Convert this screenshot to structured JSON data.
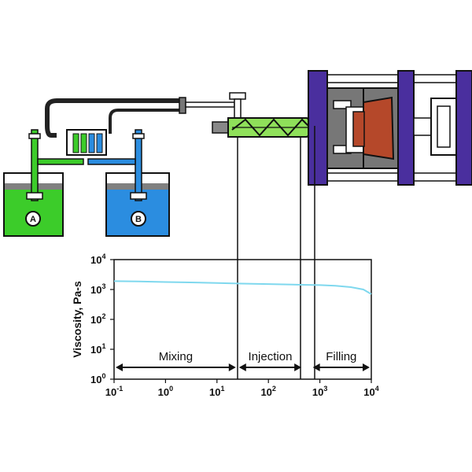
{
  "colors": {
    "component_a": "#3ccc2a",
    "component_b": "#2b8de0",
    "curve": "#7fd8ee",
    "clamp_plate": "#4a2f9e",
    "mold_core": "#b5482a",
    "frame_grey": "#888888"
  },
  "tanks": {
    "a_label": "A",
    "b_label": "B"
  },
  "chart_data": {
    "type": "line",
    "title": "",
    "xlabel": "",
    "ylabel": "Viscosity, Pa-s",
    "x_scale": "log",
    "y_scale": "log",
    "xlim": [
      0.1,
      10000
    ],
    "ylim": [
      1,
      10000
    ],
    "x_ticks": [
      {
        "value": 0.1,
        "base": "10",
        "exp": "-1"
      },
      {
        "value": 1,
        "base": "10",
        "exp": "0"
      },
      {
        "value": 10,
        "base": "10",
        "exp": "1"
      },
      {
        "value": 100,
        "base": "10",
        "exp": "2"
      },
      {
        "value": 1000,
        "base": "10",
        "exp": "3"
      },
      {
        "value": 10000,
        "base": "10",
        "exp": "4"
      }
    ],
    "y_ticks": [
      {
        "value": 1,
        "base": "10",
        "exp": "0"
      },
      {
        "value": 10,
        "base": "10",
        "exp": "1"
      },
      {
        "value": 100,
        "base": "10",
        "exp": "2"
      },
      {
        "value": 1000,
        "base": "10",
        "exp": "3"
      },
      {
        "value": 10000,
        "base": "10",
        "exp": "4"
      }
    ],
    "series": [
      {
        "x": [
          0.1,
          0.3,
          1,
          3,
          10,
          30,
          100,
          300,
          1000,
          2000,
          4000,
          7000,
          10000
        ],
        "y": [
          1900,
          1850,
          1780,
          1720,
          1650,
          1580,
          1520,
          1460,
          1400,
          1330,
          1200,
          1000,
          700
        ]
      }
    ],
    "regions": [
      {
        "label": "Mixing",
        "x_start": 0.1,
        "x_end": 25
      },
      {
        "label": "Injection",
        "x_start": 25,
        "x_end": 470
      },
      {
        "label": "Filling",
        "x_start": 680,
        "x_end": 10000
      }
    ],
    "grid": false
  }
}
